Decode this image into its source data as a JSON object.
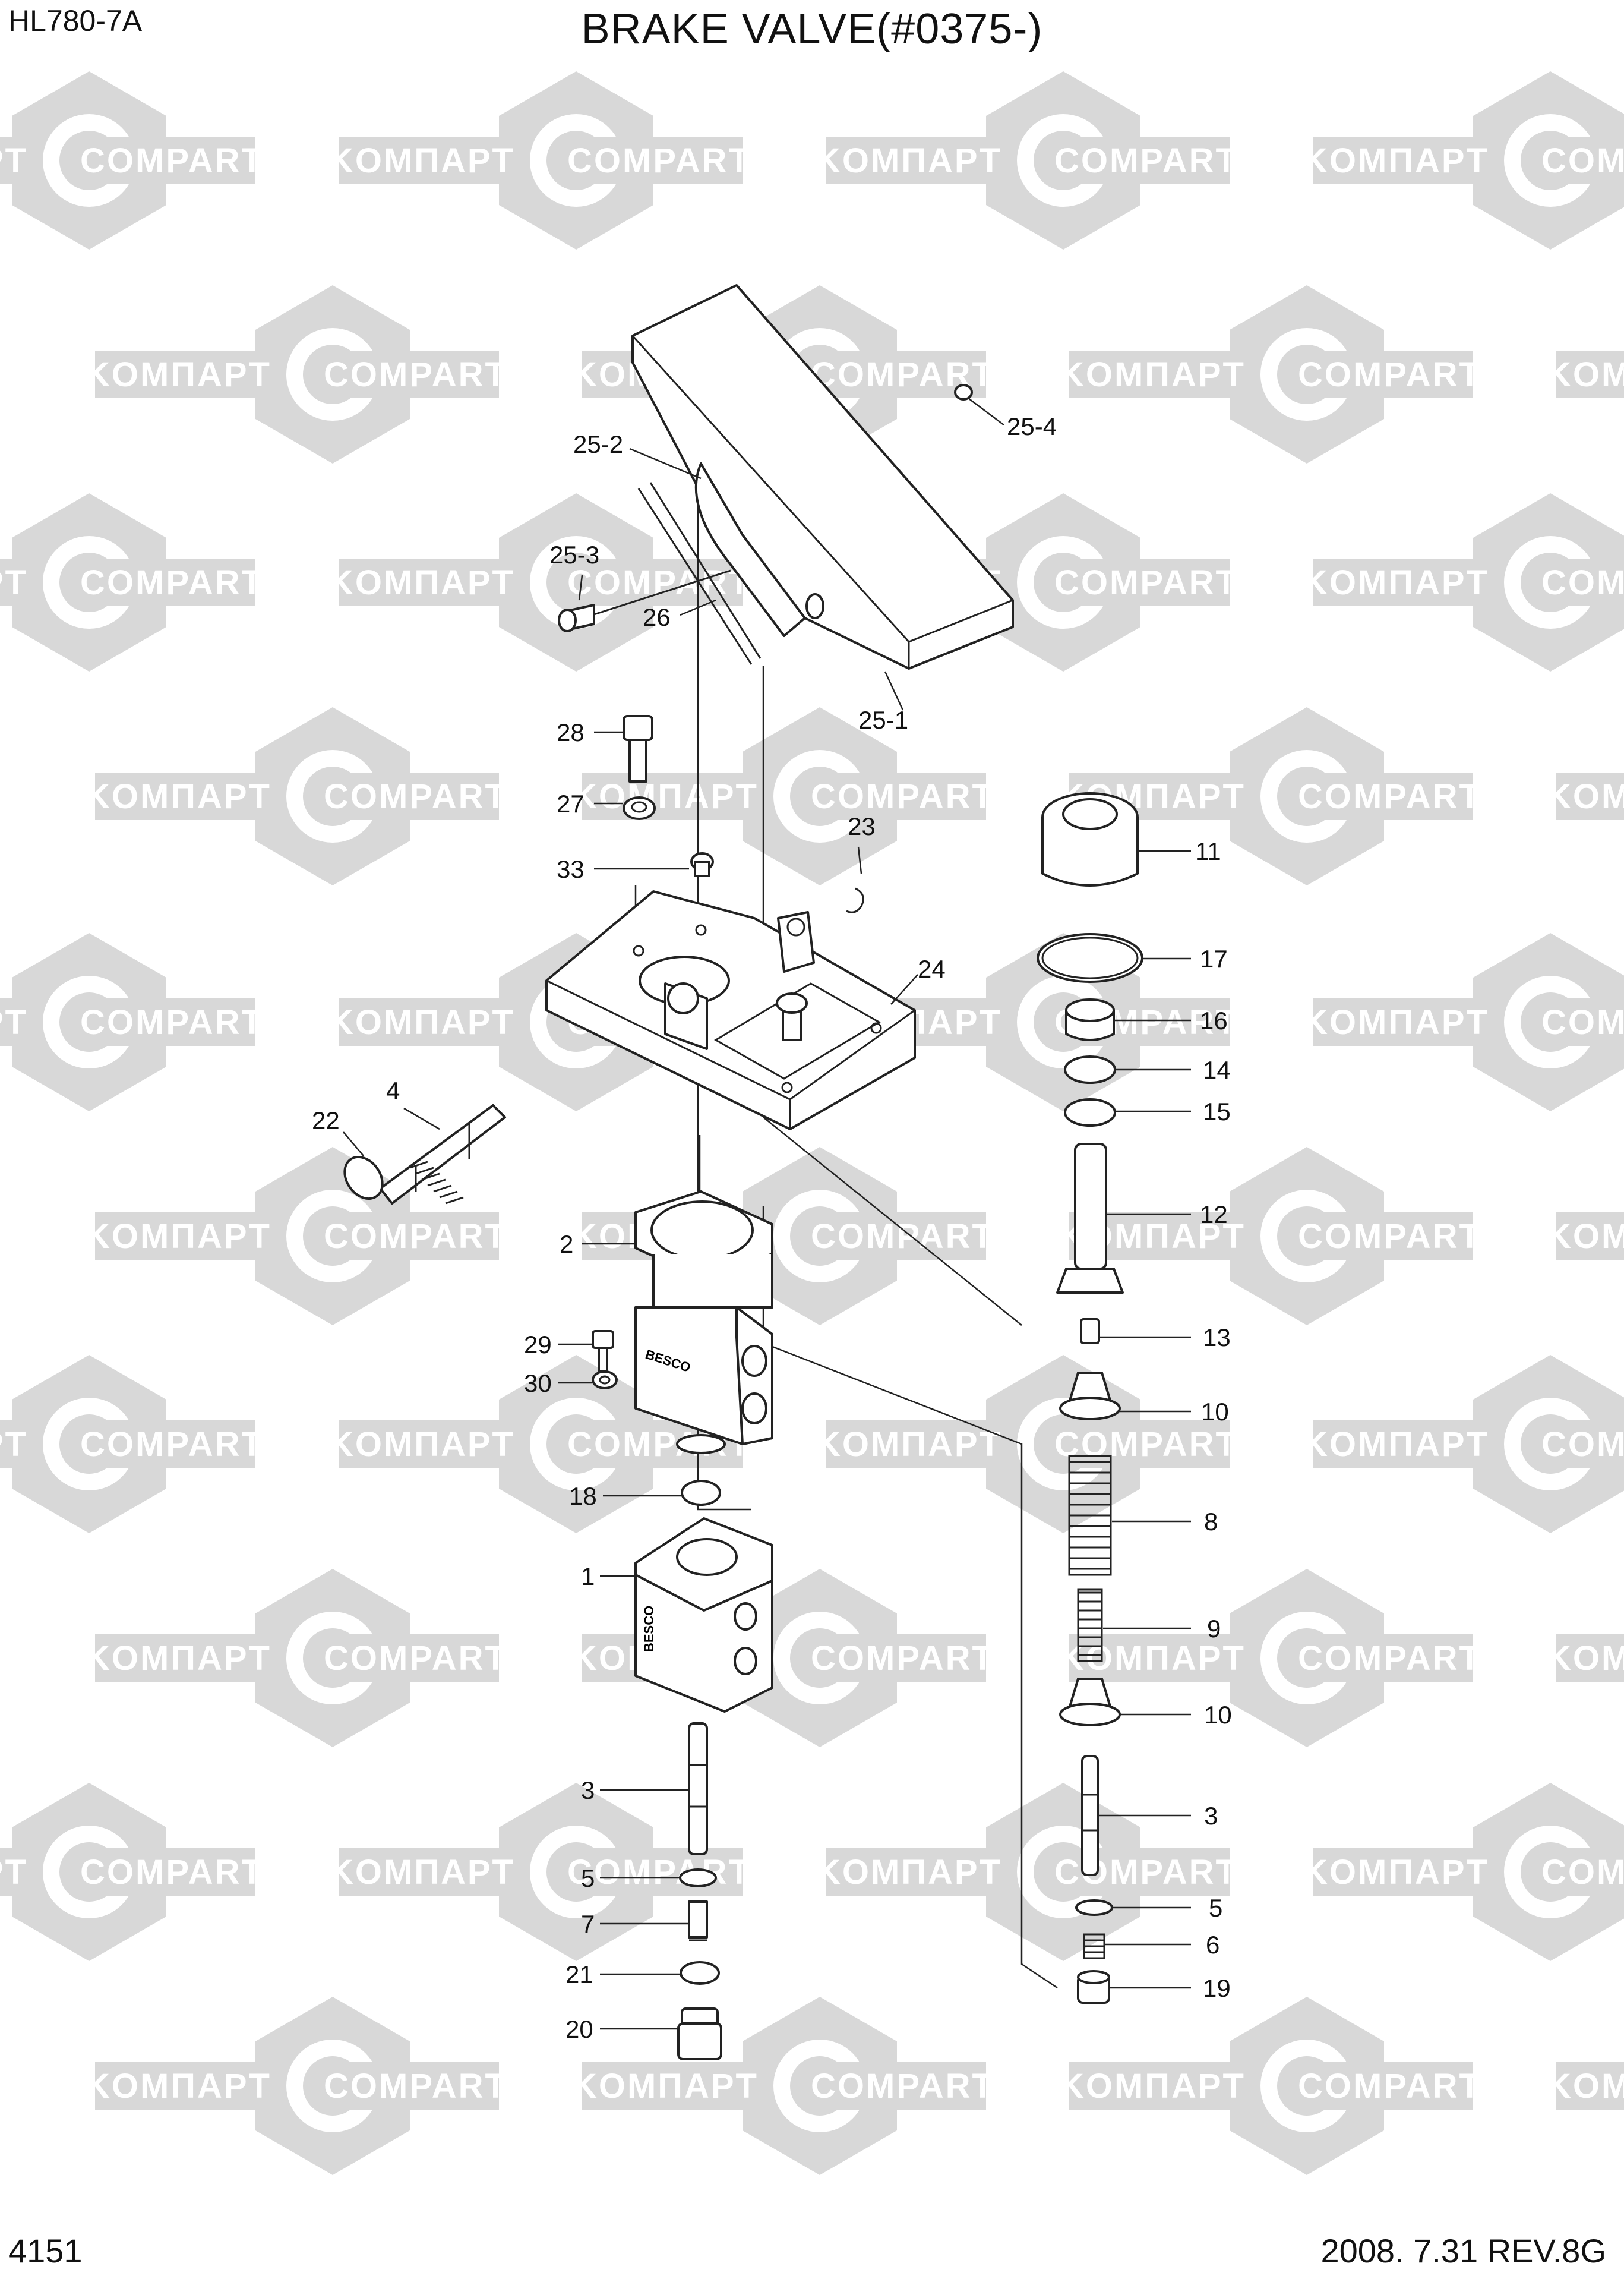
{
  "header": {
    "model": "HL780-7A",
    "title": "BRAKE VALVE(#0375-)"
  },
  "footer": {
    "page": "4151",
    "date_rev": "2008. 7.31  REV.8G"
  },
  "watermark": {
    "words": [
      "KOMПAPT",
      "COMPART"
    ],
    "color": "#d8d8d8"
  },
  "callouts": [
    "25-4",
    "25-2",
    "25-3",
    "26",
    "25-1",
    "28",
    "27",
    "33",
    "23",
    "24",
    "4",
    "22",
    "2",
    "29",
    "30",
    "18",
    "1",
    "3",
    "5",
    "7",
    "21",
    "20",
    "11",
    "17",
    "16",
    "14",
    "15",
    "12",
    "13",
    "10",
    "8",
    "9",
    "10",
    "3",
    "5",
    "6",
    "19"
  ]
}
